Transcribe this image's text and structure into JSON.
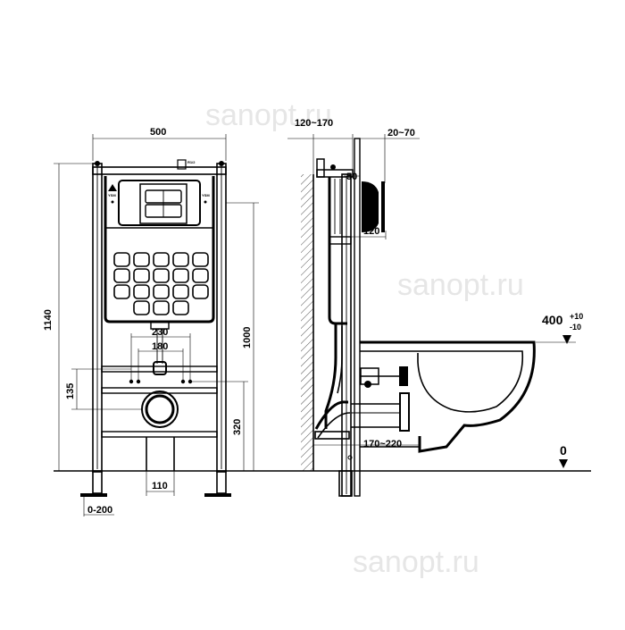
{
  "watermark": "sanopt.ru",
  "front_view": {
    "width_label": "500",
    "total_height_label": "1140",
    "bracket_height_label": "1000",
    "pipe_span_label": "230",
    "stud_span_label": "180",
    "bolt_height_label": "135",
    "drain_height_label": "320",
    "drain_width_label": "110",
    "foot_adjust_label": "0-200",
    "valve_label": "R1/2",
    "left_tag": "YSM",
    "right_tag": "YSM"
  },
  "side_view": {
    "wall_depth_label": "120~170",
    "plate_depth_label": "20~70",
    "offset_label": "50",
    "button_label": "120",
    "bowl_height_main": "400",
    "bowl_tol_plus": "+10",
    "bowl_tol_minus": "-10",
    "projection_label": "170~220",
    "floor_level_label": "0"
  }
}
